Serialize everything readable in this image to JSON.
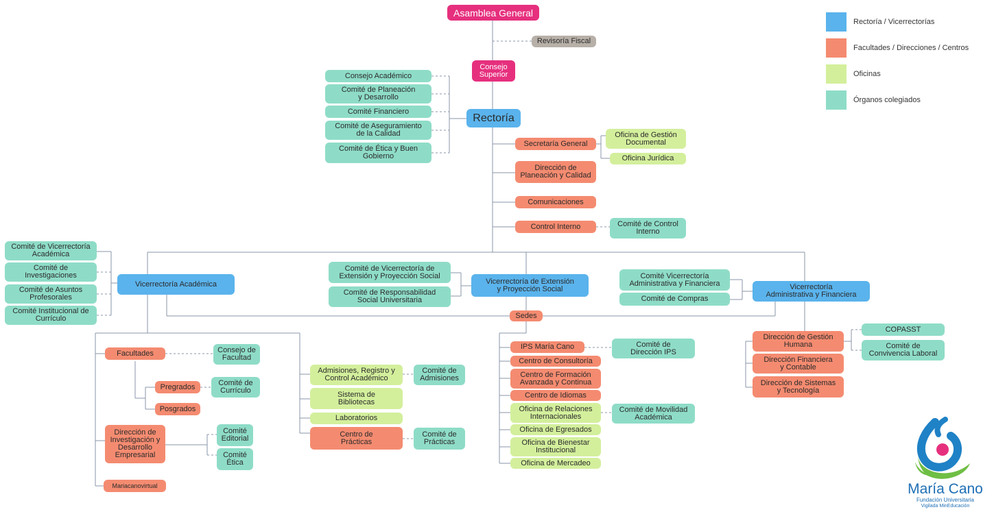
{
  "nodes": {
    "asamblea": "Asamblea General",
    "revisoria": "Revisoría Fiscal",
    "consejo_superior": "Consejo\nSuperior",
    "rectoria": "Rectoría",
    "consejo_academico": "Consejo Académico",
    "comite_planeacion": "Comité de Planeación\ny Desarrollo",
    "comite_financiero": "Comité Financiero",
    "comite_aseguramiento": "Comité de Aseguramiento\nde la Calidad",
    "comite_etica_buen_gobierno": "Comité de Ética y Buen\nGobierno",
    "secretaria_general": "Secretaría General",
    "oficina_gestion_documental": "Oficina de Gestión\nDocumental",
    "oficina_juridica": "Oficina Jurídica",
    "direccion_planeacion": "Dirección de\nPlaneación y Calidad",
    "comunicaciones": "Comunicaciones",
    "control_interno": "Control Interno",
    "comite_control_interno": "Comité de Control\nInterno",
    "comite_vicerrectoria_academica": "Comité de Vicerrectoría\nAcadémica",
    "comite_investigaciones": "Comité de\nInvestigaciones",
    "comite_asuntos_profesorales": "Comité de Asuntos\nProfesorales",
    "comite_institucional_curriculo": "Comité Institucional de\nCurrículo",
    "vicerrectoria_academica": "Vicerrectoría Académica",
    "comite_vicerrectoria_extension": "Comité de Vicerrectoría de\nExtensión y Proyección Social",
    "comite_responsabilidad_social": "Comité de Responsabilidad\nSocial Universitaria",
    "vicerrectoria_extension": "Vicerrectoría de Extensión\ny Proyección Social",
    "comite_vicerrectoria_administrativa": "Comité Vicerrectoría\nAdministrativa y Financiera",
    "comite_compras": "Comité de Compras",
    "vicerrectoria_administrativa": "Vicerrectoría\nAdministrativa y Financiera",
    "sedes": "Sedes",
    "facultades": "Facultades",
    "consejo_facultad": "Consejo de\nFacultad",
    "pregrados": "Pregrados",
    "posgrados": "Posgrados",
    "comite_curriculo": "Comité de\nCurrículo",
    "direccion_investigacion": "Dirección de\nInvestigación y\nDesarrollo\nEmpresarial",
    "comite_editorial": "Comité\nEditorial",
    "comite_etica": "Comité\nÉtica",
    "mariacanovirtual": "Mariacanovirtual",
    "admisiones": "Admisiones, Registro y\nControl Académico",
    "comite_admisiones": "Comité de\nAdmisiones",
    "sistema_bibliotecas": "Sistema de\nBibliotecas",
    "laboratorios": "Laboratorios",
    "centro_practicas": "Centro de\nPrácticas",
    "comite_practicas": "Comité de\nPrácticas",
    "ips_maria_cano": "IPS María Cano",
    "comite_direccion_ips": "Comité de\nDirección IPS",
    "centro_consultoria": "Centro de Consultoría",
    "centro_formacion": "Centro de Formación\nAvanzada y Continua",
    "centro_idiomas": "Centro de Idiomas",
    "oficina_relaciones": "Oficina de Relaciones\nInternacionales",
    "comite_movilidad": "Comité de Movilidad\nAcadémica",
    "oficina_egresados": "Oficina de Egresados",
    "oficina_bienestar": "Oficina de Bienestar\nInstitucional",
    "oficina_mercadeo": "Oficina de Mercadeo",
    "direccion_gestion_humana": "Dirección de Gestión\nHumana",
    "copasst": "COPASST",
    "comite_convivencia": "Comité de\nConvivencia Laboral",
    "direccion_financiera": "Dirección Financiera\ny Contable",
    "direccion_sistemas": "Dirección de Sistemas\ny Tecnología"
  },
  "legend": [
    {
      "label": "Rectoría / Vicerrectorías",
      "color": "#5ab3ec"
    },
    {
      "label": "Facultades / Direcciones / Centros",
      "color": "#f48b70"
    },
    {
      "label": "Oficinas",
      "color": "#d3ef9c"
    },
    {
      "label": "Órganos colegiados",
      "color": "#8edcc7"
    }
  ],
  "logo": {
    "name": "María Cano",
    "subtitle": "Fundación Universitaria",
    "tagline": "Vigilada MinEducación"
  }
}
